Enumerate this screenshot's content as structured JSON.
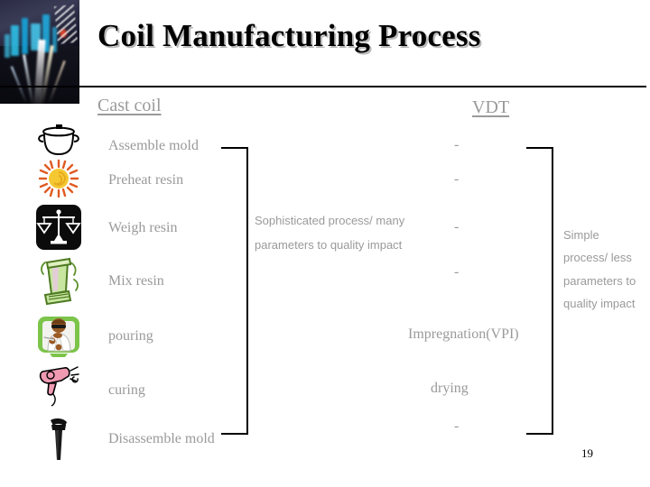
{
  "header": {
    "title": "Coil Manufacturing Process",
    "image_name": "night-city-motion-blur-photo"
  },
  "columns": {
    "left_heading": "Cast coil",
    "right_heading": "VDT"
  },
  "process_steps": [
    {
      "icon": "pot-icon",
      "label": "Assemble mold"
    },
    {
      "icon": "sun-icon",
      "label": "Preheat resin"
    },
    {
      "icon": "scales-icon",
      "label": "Weigh resin"
    },
    {
      "icon": "shaker-icon",
      "label": "Mix resin"
    },
    {
      "icon": "scientist-icon",
      "label": "pouring"
    },
    {
      "icon": "dryer-icon",
      "label": "curing"
    },
    {
      "icon": "hammer-icon",
      "label": "Disassemble mold"
    }
  ],
  "vdt_steps": [
    {
      "label": "-"
    },
    {
      "label": "-"
    },
    {
      "label": "-"
    },
    {
      "label": "-"
    },
    {
      "label": "Impregnation(VPI)"
    },
    {
      "label": "drying"
    },
    {
      "label": "-"
    }
  ],
  "notes": {
    "center": "Sophisticated process/ many parameters to quality impact",
    "right": "Simple process/ less parameters to quality impact"
  },
  "footer": {
    "page_number": "19"
  },
  "colors": {
    "gray_text": "#9a9a9a",
    "black": "#000000",
    "title_shadow": "#b9b9b9"
  }
}
